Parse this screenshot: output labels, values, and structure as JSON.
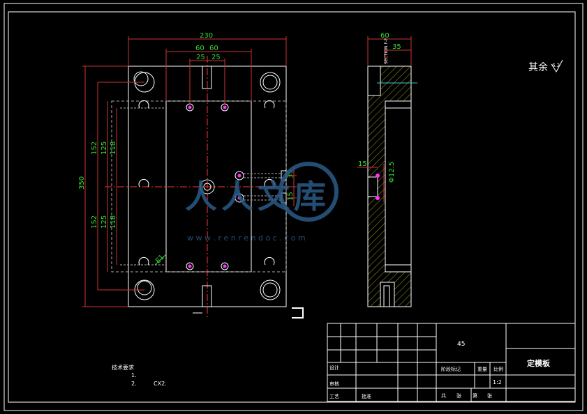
{
  "front_view": {
    "dims_top": [
      "230",
      "60",
      "60",
      "25",
      "25"
    ],
    "dims_left": [
      "350",
      "152",
      "125",
      "118",
      "152",
      "125",
      "118"
    ],
    "dims_right": [
      "35",
      "15"
    ],
    "corner_label": "E1"
  },
  "side_view": {
    "dims": [
      "60",
      "35",
      "15",
      "Φ12.5"
    ],
    "section_label": "SECTION F-F"
  },
  "roughness": {
    "label": "其余",
    "value": "6.3"
  },
  "notes": {
    "heading": "技术要求",
    "items": [
      "1.",
      "2."
    ],
    "item2_text": "CX2."
  },
  "title_block": {
    "material": "45",
    "part_name": "定模板",
    "scale": "1:2",
    "labels": {
      "design": "设计",
      "review": "审核",
      "process": "工艺",
      "approve": "批准",
      "stage_mark": "阶段标记",
      "weight": "重量",
      "scale": "比例",
      "total": "共",
      "sheet": "张",
      "no": "第",
      "sheet2": "张"
    }
  },
  "watermark": {
    "text": "人人文库",
    "url": "w w w . r e n r e n d o c . c o m"
  },
  "colors": {
    "background": "#000000",
    "outline": "#ffffff",
    "dimension": "#33dd33",
    "center": "#ff3333",
    "hatch": "#cccc33",
    "cyan": "#33cccc",
    "magenta": "#ff33ff",
    "watermark": "#2a5b86"
  }
}
